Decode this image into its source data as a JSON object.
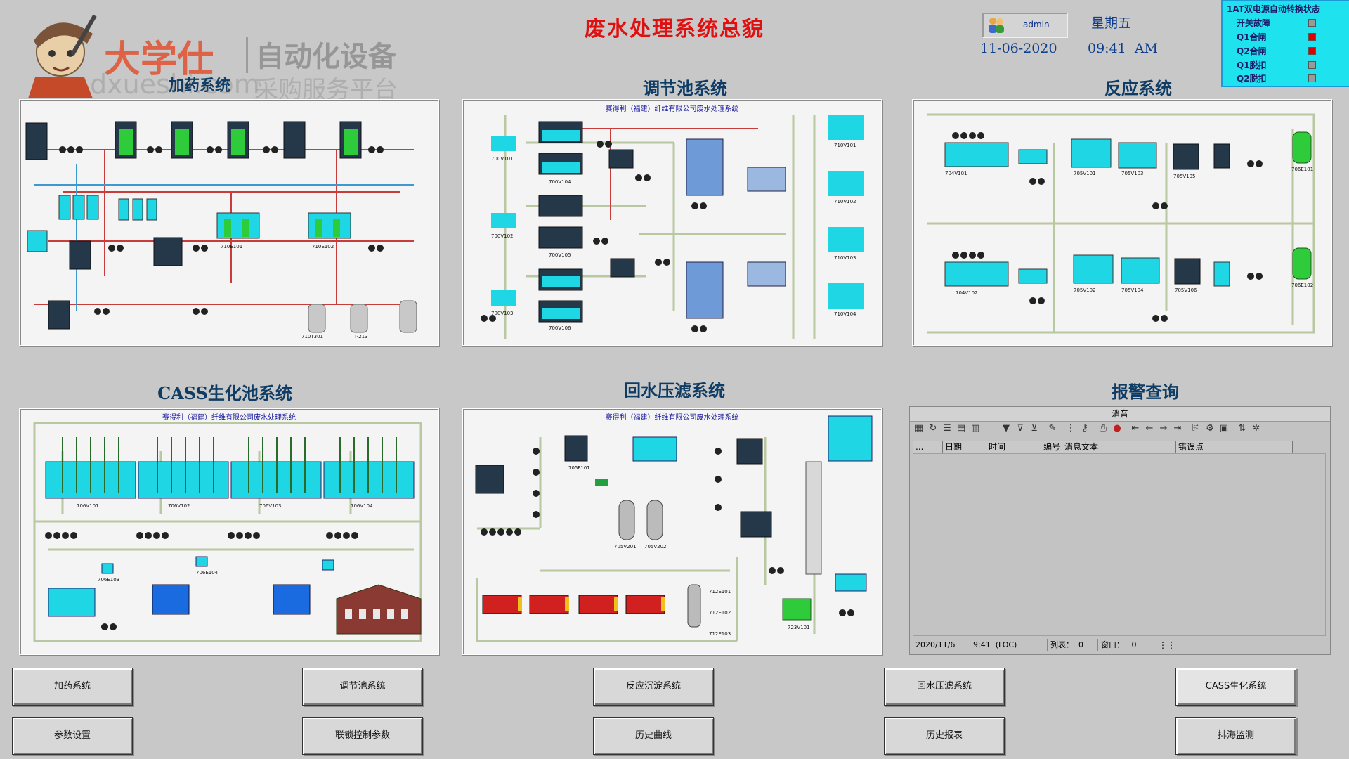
{
  "header": {
    "title": "废水处理系统总貌",
    "user": "admin",
    "weekday": "星期五",
    "date": "11-06-2020",
    "time": "09:41  AM"
  },
  "watermark": {
    "brand": "大学仕",
    "tagline": "自动化设备",
    "url": "dxueshi.com",
    "platform": "采购服务平台"
  },
  "power_status": {
    "title": "1AT双电源自动转换状态",
    "rows": [
      {
        "label": "开关故障",
        "color": "#9a9a9a"
      },
      {
        "label": "Q1合闸",
        "color": "#e00000"
      },
      {
        "label": "Q2合闸",
        "color": "#e00000"
      },
      {
        "label": "Q1脱扣",
        "color": "#9a9a9a"
      },
      {
        "label": "Q2脱扣",
        "color": "#9a9a9a"
      }
    ]
  },
  "sections": {
    "dosing": "加药系统",
    "regulating": "调节池系统",
    "reaction": "反应系统",
    "cass": "CASS生化池系统",
    "filter": "回水压滤系统",
    "alarm": "报警查询"
  },
  "panel_subtitles": {
    "regulating": "赛得利（福建）纤维有限公司废水处理系统",
    "cass": "赛得利（福建）纤维有限公司废水处理系统",
    "filter": "赛得利（福建）纤维有限公司废水处理系统"
  },
  "equipment_labels": {
    "dosing": [
      "710E101",
      "710E102",
      "710T301",
      "T-213"
    ],
    "regulating": [
      "700V101",
      "700V102",
      "700V103",
      "700V104",
      "700V105",
      "700V106",
      "710V101",
      "710V102",
      "710V103",
      "710V104"
    ],
    "reaction": [
      "704V101",
      "704V102",
      "705V101",
      "705V102",
      "705V103",
      "705V104",
      "705V105",
      "705V106",
      "706E101",
      "706E102"
    ],
    "cass": [
      "706V101",
      "706V102",
      "706V103",
      "706V104",
      "706E103",
      "706E104"
    ],
    "filter": [
      "705F101",
      "705V201",
      "705V202",
      "712E101",
      "712E102",
      "712E103",
      "723V101"
    ]
  },
  "alarm": {
    "header": "消音",
    "columns": [
      "...",
      "日期",
      "时间",
      "编号",
      "消息文本",
      "错误点"
    ],
    "status": {
      "date": "2020/11/6",
      "time": "9:41  (LOC)",
      "rows": "列表：  0",
      "window": "窗口：   0"
    }
  },
  "buttons": {
    "row1": [
      "加药系统",
      "调节池系统",
      "反应沉淀系统",
      "回水压滤系统",
      "CASS生化系统"
    ],
    "row2": [
      "参数设置",
      "联锁控制参数",
      "历史曲线",
      "历史报表",
      "排海监测"
    ]
  },
  "colors": {
    "title": "#e01010",
    "section": "#0f3c64",
    "water": "#1fd6e4",
    "pipe": "#c83c3c",
    "alarm_led": "#e00000"
  }
}
